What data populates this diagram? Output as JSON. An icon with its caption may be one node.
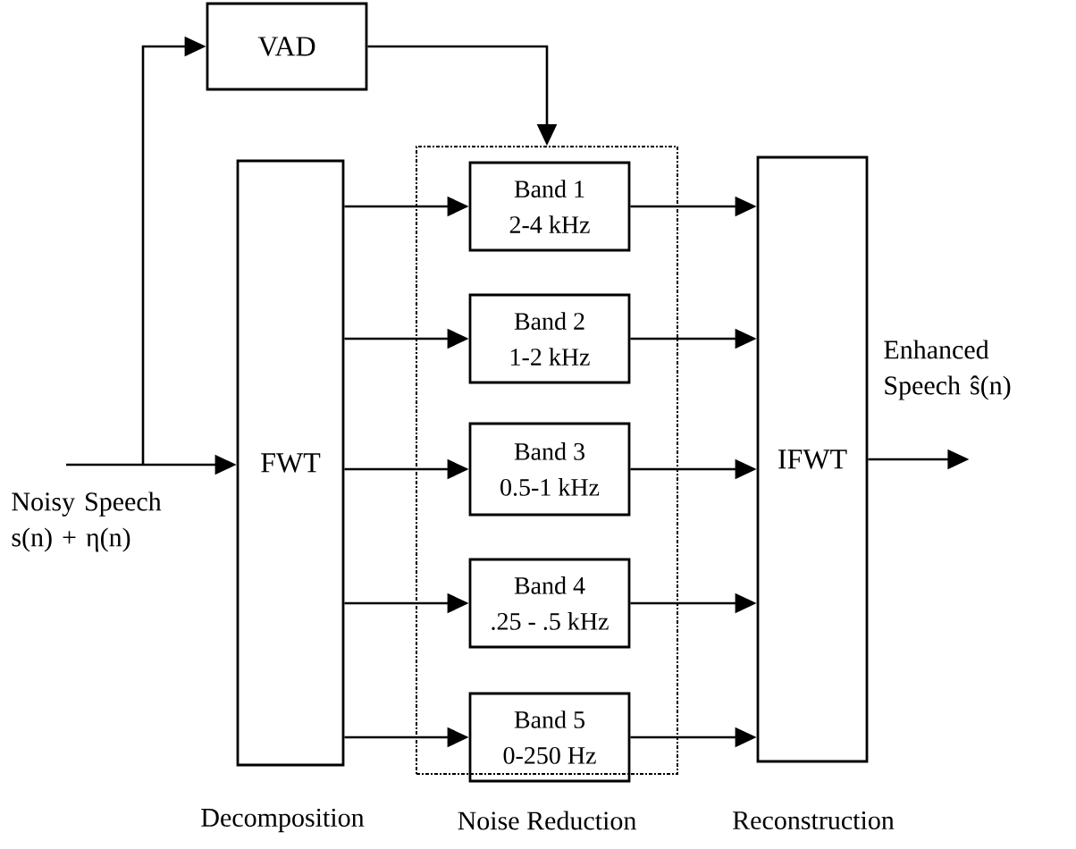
{
  "diagram": {
    "nodes": [
      {
        "text": [
          "VAD"
        ]
      },
      {
        "text": [],
        "shape": "box"
      },
      {
        "text": [
          "FWT"
        ]
      },
      {
        "text": [
          "Band 1",
          "2-4 kHz"
        ],
        "in": 1
      },
      {
        "text": [
          "Band 2",
          "1-2 kHz"
        ],
        "in": 1
      },
      {
        "text": [
          "Band 3",
          "0.5-1 kHz"
        ],
        "in": 1
      },
      {
        "text": [
          "Band 4",
          ".25 - .5 kHz"
        ],
        "in": 1
      },
      {
        "text": [
          "Band 5",
          "0-250 Hz"
        ],
        "in": 1
      },
      {
        "text": [
          "IFWT"
        ]
      },
      {
        "text": [
          "Noisy Speech s(n) + η(n)"
        ]
      },
      {
        "text": [
          "Enhanced Speech ŝ(n)"
        ]
      }
    ],
    "edges": [
      {
        "from": 9,
        "to": 2,
        "arrow": "to"
      },
      {
        "from": 9,
        "to": 0,
        "arrow": "to"
      },
      {
        "from": 0,
        "to": 1,
        "arrow": "to"
      },
      {
        "from": 2,
        "to": 3,
        "arrow": "to"
      },
      {
        "from": 2,
        "to": 4,
        "arrow": "to"
      },
      {
        "from": 2,
        "to": 5,
        "arrow": "to"
      },
      {
        "from": 2,
        "to": 6,
        "arrow": "to"
      },
      {
        "from": 2,
        "to": 7,
        "arrow": "to"
      },
      {
        "from": 3,
        "to": 8,
        "arrow": "to"
      },
      {
        "from": 4,
        "to": 8,
        "arrow": "to"
      },
      {
        "from": 5,
        "to": 8,
        "arrow": "to"
      },
      {
        "from": 6,
        "to": 8,
        "arrow": "to"
      },
      {
        "from": 7,
        "to": 8,
        "arrow": "to"
      },
      {
        "from": 8,
        "to": 10,
        "arrow": "to"
      }
    ],
    "labels": [
      "Decomposition",
      "Noise Reduction",
      "Reconstruction"
    ]
  }
}
